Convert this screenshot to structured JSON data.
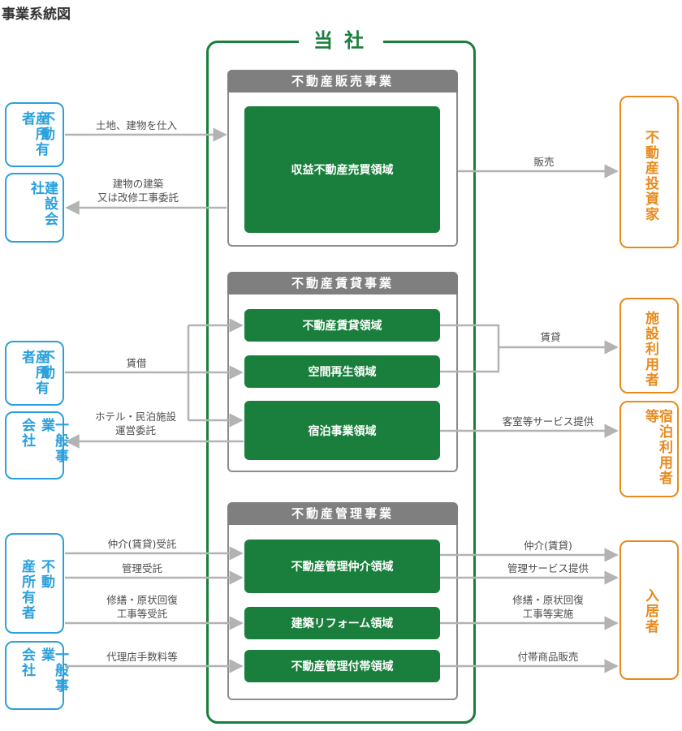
{
  "page_title": "事業系統図",
  "company": {
    "title": "当社"
  },
  "businesses": [
    {
      "header": "不動産販売事業",
      "domains": [
        "収益不動産売買領域"
      ]
    },
    {
      "header": "不動産賃貸事業",
      "domains": [
        "不動産賃貸領域",
        "空間再生領域",
        "宿泊事業領域"
      ]
    },
    {
      "header": "不動産管理事業",
      "domains": [
        "不動産管理仲介領域",
        "建築リフォーム領域",
        "不動産管理付帯領域"
      ]
    }
  ],
  "left_parties": [
    {
      "text": "不動産所有者",
      "col_right": "不動",
      "col_left": "産所有者"
    },
    {
      "text": "建設会社"
    },
    {
      "text": "不動産所有者"
    },
    {
      "text": "一般事業会社",
      "col_right": "一般事業",
      "col_left": "会社"
    },
    {
      "text": "不動産所有者"
    },
    {
      "text": "一般事業会社"
    }
  ],
  "right_parties": [
    {
      "text": "不動産投資家"
    },
    {
      "text": "施設利用者"
    },
    {
      "text": "宿泊利用者等"
    },
    {
      "text": "入居者"
    }
  ],
  "flow_labels": {
    "purchase": "土地、建物を仕入",
    "construction_1": "建物の建築",
    "construction_2": "又は改修工事委託",
    "sales": "販売",
    "lease_in": "賃借",
    "hotel_1": "ホテル・民泊施設",
    "hotel_2": "運営委託",
    "lease_out": "賃貸",
    "guest": "客室等サービス提供",
    "brokerage_in": "仲介(賃貸)受託",
    "management_in": "管理受託",
    "repair_in_1": "修繕・原状回復",
    "repair_in_2": "工事等受託",
    "agency_in": "代理店手数料等",
    "brokerage_out": "仲介(賃貸)",
    "management_out": "管理サービス提供",
    "repair_out_1": "修繕・原状回復",
    "repair_out_2": "工事等実施",
    "goods_out": "付帯商品販売"
  },
  "colors": {
    "company_green": "#1a7f3c",
    "party_blue": "#2aa0dd",
    "party_orange": "#e88a1c",
    "header_gray": "#7f7f7f",
    "arrow_gray": "#b3b3b3"
  }
}
